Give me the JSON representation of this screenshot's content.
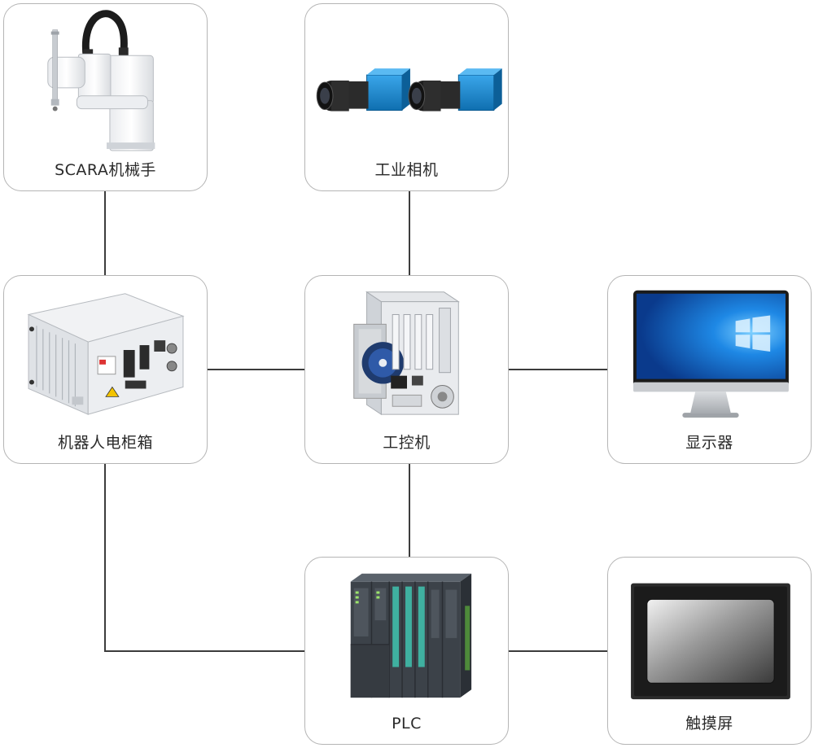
{
  "nodes": {
    "robot": {
      "label": "SCARA机械手",
      "icon": "scara-robot-icon"
    },
    "camera": {
      "label": "工业相机",
      "icon": "industrial-camera-icon"
    },
    "cabinet": {
      "label": "机器人电柜箱",
      "icon": "robot-control-cabinet-icon"
    },
    "ipc": {
      "label": "工控机",
      "icon": "industrial-pc-icon"
    },
    "monitor": {
      "label": "显示器",
      "icon": "monitor-icon"
    },
    "plc": {
      "label": "PLC",
      "icon": "plc-rack-icon"
    },
    "hmi": {
      "label": "触摸屏",
      "icon": "touch-screen-icon"
    }
  },
  "connections": [
    [
      "robot",
      "cabinet"
    ],
    [
      "camera",
      "ipc"
    ],
    [
      "cabinet",
      "ipc"
    ],
    [
      "ipc",
      "monitor"
    ],
    [
      "ipc",
      "plc"
    ],
    [
      "cabinet",
      "plc"
    ],
    [
      "plc",
      "hmi"
    ]
  ],
  "colors": {
    "border": "#b5b5b5",
    "connector": "#3c3c3c",
    "camera_body": "#1a8fd6",
    "screen_blue": "#1e88e5",
    "plc_body": "#4a5058"
  }
}
